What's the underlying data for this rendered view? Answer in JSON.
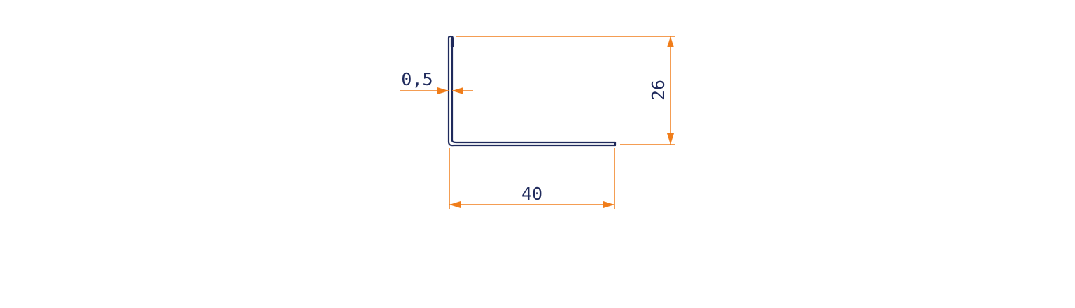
{
  "colors": {
    "profile": "#1f2a5c",
    "dimension": "#f07d1a",
    "label": "#1f2a5c",
    "background": "#ffffff"
  },
  "dimensions": {
    "thickness": "0,5",
    "height": "26",
    "width": "40"
  }
}
